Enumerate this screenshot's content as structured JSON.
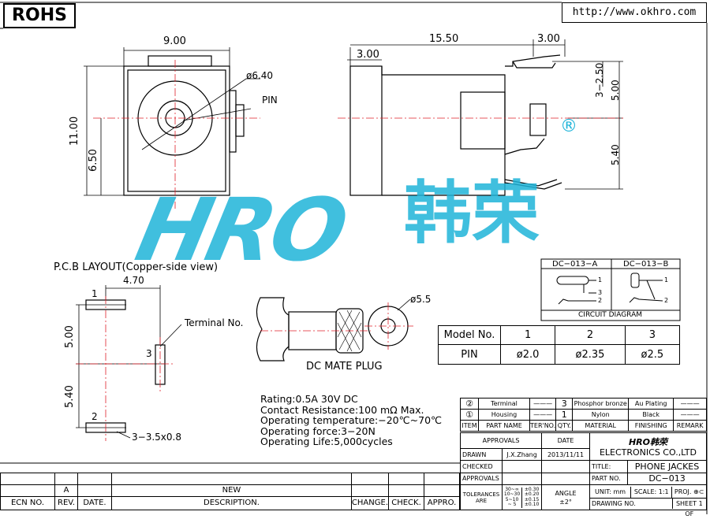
{
  "header": {
    "rohs": "ROHS",
    "url": "http://www.okhro.com"
  },
  "front_view": {
    "width": "9.00",
    "height": "11.00",
    "center_height": "6.50",
    "hole_dia": "ø6.40",
    "pin_label": "PIN"
  },
  "side_view": {
    "length": "15.50",
    "lead": "3.00",
    "terminal_offset": "3.00",
    "dim_2_50": "3−2.50",
    "dim_5_00": "5.00",
    "dim_5_40": "5.40"
  },
  "watermark": {
    "latin": "HRO",
    "cjk": "韩荣",
    "reg": "®"
  },
  "pcb": {
    "title": "P.C.B LAYOUT(Copper-side view)",
    "dim_4_70": "4.70",
    "dim_5_00": "5.00",
    "dim_5_40": "5.40",
    "pad1": "1",
    "pad2": "2",
    "pad3": "3",
    "terminal_label": "Terminal No.",
    "hole_label": "3−3.5x0.8"
  },
  "plug": {
    "label": "DC MATE PLUG",
    "dia": "ø5.5"
  },
  "circuit": {
    "a": "DC−013−A",
    "b": "DC−013−B",
    "title": "CIRCUIT DIAGRAM",
    "pins_a": [
      "1",
      "3",
      "2"
    ],
    "pins_b": [
      "1",
      "2"
    ]
  },
  "model_table": {
    "headers": [
      "Model No.",
      "1",
      "2",
      "3"
    ],
    "row": [
      "PIN",
      "ø2.0",
      "ø2.35",
      "ø2.5"
    ]
  },
  "specs": [
    "Rating:0.5A  30V DC",
    "Contact  Resistance:100  mΩ  Max.",
    "Operating  temperature:−20℃~70℃",
    "Operating  force:3−20N",
    "Operating  Life:5,000cycles"
  ],
  "bom": {
    "rows": [
      {
        "item": "②",
        "name": "Terminal",
        "dash": "———",
        "qty": "3",
        "material": "Phosphor bronze",
        "finish": "Au Plating",
        "remark": "———"
      },
      {
        "item": "①",
        "name": "Housing",
        "dash": "———",
        "qty": "1",
        "material": "Nylon",
        "finish": "Black",
        "remark": "———"
      }
    ],
    "header": {
      "item": "ITEM",
      "name": "PART NAME",
      "ter": "TER'NO.",
      "qty": "QTY.",
      "material": "MATERIAL",
      "finish": "FINISHING",
      "remark": "REMARK"
    }
  },
  "title_block": {
    "approvals": "APPROVALS",
    "date": "DATE",
    "drawn": "DRAWN",
    "drawn_by": "J.X.Zhang",
    "drawn_date": "2013/11/11",
    "checked": "CHECKED",
    "approvals2": "APPROVALS",
    "company_logo": "HRO韩荣",
    "company": "ELECTRONICS CO.,LTD",
    "title_label": "TITLE:",
    "title": "PHONE JACKES",
    "part_label": "PART NO.",
    "part_no": "DC−013",
    "tolerances": "TOLERANCES ARE",
    "tol_ranges": [
      "30~∞",
      "10~30",
      "5~10",
      "~ 5"
    ],
    "tol_values": [
      "±0.30",
      "±0.20",
      "±0.15",
      "±0.10"
    ],
    "angle": "ANGLE",
    "angle_value": "±2°",
    "unit": "UNIT: mm",
    "scale": "SCALE:  1:1",
    "proj": "PROJ.",
    "drawing_no": "DRAWING NO.",
    "sheet": "SHEET  1  OF"
  },
  "revision": {
    "row": {
      "ecn": "",
      "rev": "A",
      "date": "",
      "desc": "NEW",
      "change": "",
      "check": "",
      "appro": ""
    },
    "headers": {
      "ecn": "ECN NO.",
      "rev": "REV.",
      "date": "DATE.",
      "desc": "DESCRIPTION.",
      "change": "CHANGE.",
      "check": "CHECK.",
      "appro": "APPRO."
    }
  }
}
